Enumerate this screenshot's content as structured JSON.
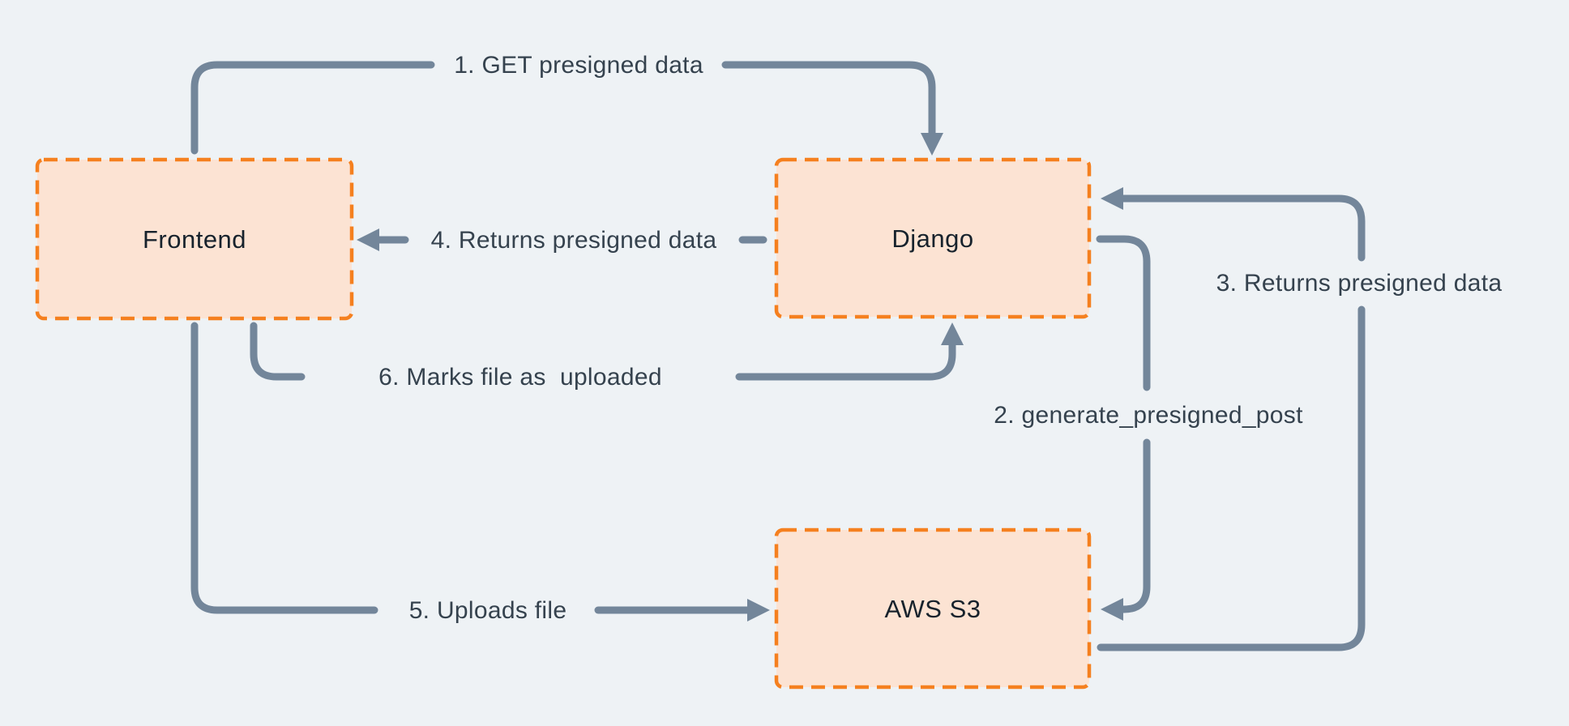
{
  "diagram": {
    "background": "#EEF2F5",
    "colors": {
      "node_fill": "#FCE3D3",
      "node_border": "#F5801F",
      "arrow": "#73869A",
      "edge_label_text": "#35424E",
      "node_label_text": "#17222C"
    },
    "nodes": [
      {
        "id": "frontend",
        "label": "Frontend"
      },
      {
        "id": "django",
        "label": "Django"
      },
      {
        "id": "aws-s3",
        "label": "AWS S3"
      }
    ],
    "edges": [
      {
        "id": "step-1",
        "label": "1. GET presigned data",
        "from": "frontend",
        "to": "django"
      },
      {
        "id": "step-2",
        "label": "2. generate_presigned_post",
        "from": "django",
        "to": "aws-s3"
      },
      {
        "id": "step-3",
        "label": "3. Returns presigned data",
        "from": "aws-s3",
        "to": "django"
      },
      {
        "id": "step-4",
        "label": "4. Returns presigned data",
        "from": "django",
        "to": "frontend"
      },
      {
        "id": "step-5",
        "label": "5. Uploads file",
        "from": "frontend",
        "to": "aws-s3"
      },
      {
        "id": "step-6",
        "label": "6. Marks file as  uploaded",
        "from": "frontend",
        "to": "django"
      }
    ]
  }
}
